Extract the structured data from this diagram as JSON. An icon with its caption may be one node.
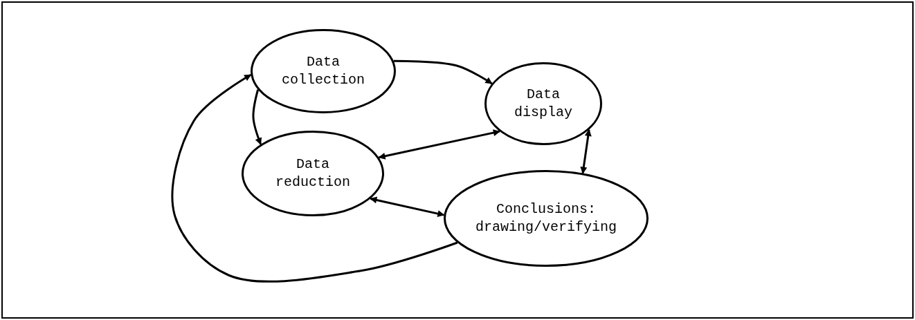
{
  "diagram": {
    "nodes": [
      {
        "text": [
          "Data collection"
        ]
      },
      {
        "text": [
          "Data display"
        ]
      },
      {
        "text": [
          "Data reduction"
        ]
      },
      {
        "text": [
          "Conclusions: drawing/verifying"
        ]
      }
    ],
    "edges": [
      {
        "from": 0,
        "to": 1,
        "arrow": "to"
      },
      {
        "from": 0,
        "to": 2,
        "arrow": "to"
      },
      {
        "from": 2,
        "to": 1,
        "arrow": "both"
      },
      {
        "from": 1,
        "to": 3,
        "arrow": "both"
      },
      {
        "from": 2,
        "to": 3,
        "arrow": "both"
      },
      {
        "from": 3,
        "to": 0,
        "arrow": "to"
      }
    ]
  }
}
